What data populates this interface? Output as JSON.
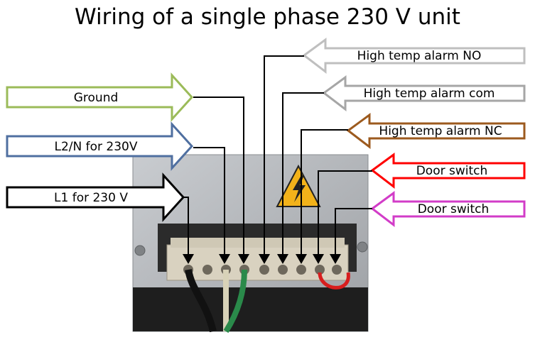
{
  "title": "Wiring of a single phase 230 V unit",
  "left_labels": [
    {
      "text": "Ground",
      "color": "#9bbb59"
    },
    {
      "text": "L2/N for 230V",
      "color": "#4f6fa0"
    },
    {
      "text": "L1 for 230 V",
      "color": "#000000"
    }
  ],
  "right_labels": [
    {
      "text": "High temp alarm NO",
      "color": "#bfbfbf"
    },
    {
      "text": "High temp alarm com",
      "color": "#a6a6a6"
    },
    {
      "text": "High temp alarm NC",
      "color": "#9c5a1e"
    },
    {
      "text": "Door switch",
      "color": "#ff0000"
    },
    {
      "text": "Door switch",
      "color": "#d23cc8"
    }
  ],
  "wire_colors": {
    "black": "#111111",
    "beige": "#d8d2b8",
    "green": "#2a8a4a",
    "red": "#d81e1e"
  },
  "photo_icon": "electrical-hazard-warning-icon"
}
